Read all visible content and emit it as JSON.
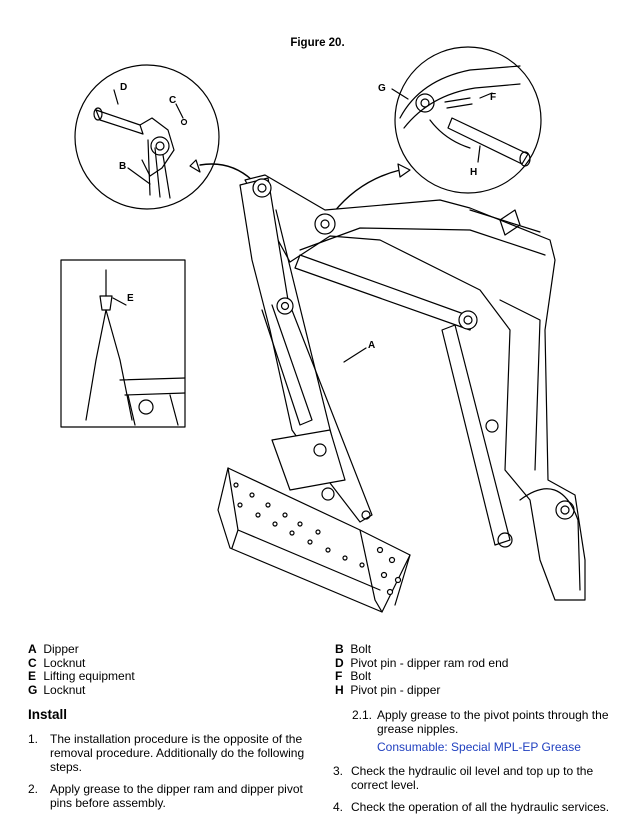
{
  "figure_title": "Figure 20.",
  "callouts": {
    "a": "A",
    "b": "B",
    "c": "C",
    "d": "D",
    "e": "E",
    "f": "F",
    "g": "G",
    "h": "H"
  },
  "legend_left": [
    {
      "key": "A",
      "text": "Dipper"
    },
    {
      "key": "C",
      "text": "Locknut"
    },
    {
      "key": "E",
      "text": "Lifting equipment"
    },
    {
      "key": "G",
      "text": "Locknut"
    }
  ],
  "legend_right": [
    {
      "key": "B",
      "text": "Bolt"
    },
    {
      "key": "D",
      "text": "Pivot pin - dipper ram rod end"
    },
    {
      "key": "F",
      "text": "Bolt"
    },
    {
      "key": "H",
      "text": "Pivot pin - dipper"
    }
  ],
  "section_heading": "Install",
  "steps_left": [
    {
      "num": "1.",
      "line1": "The installation procedure is the opposite of the",
      "line2": "removal procedure. Additionally do the following",
      "line3": "steps."
    },
    {
      "num": "2.",
      "line1": "Apply grease to the dipper ram and dipper pivot",
      "line2": "pins before assembly."
    }
  ],
  "steps_right": [
    {
      "num": "2.1.",
      "line1": "Apply grease to the pivot points through the",
      "line2": "grease nipples."
    },
    {
      "num": "3.",
      "line1": "Check the hydraulic oil level and top up to the",
      "line2": "correct level."
    },
    {
      "num": "4.",
      "line1": "Check the operation of all the hydraulic services."
    }
  ],
  "consumable": "Consumable: Special MPL-EP Grease"
}
